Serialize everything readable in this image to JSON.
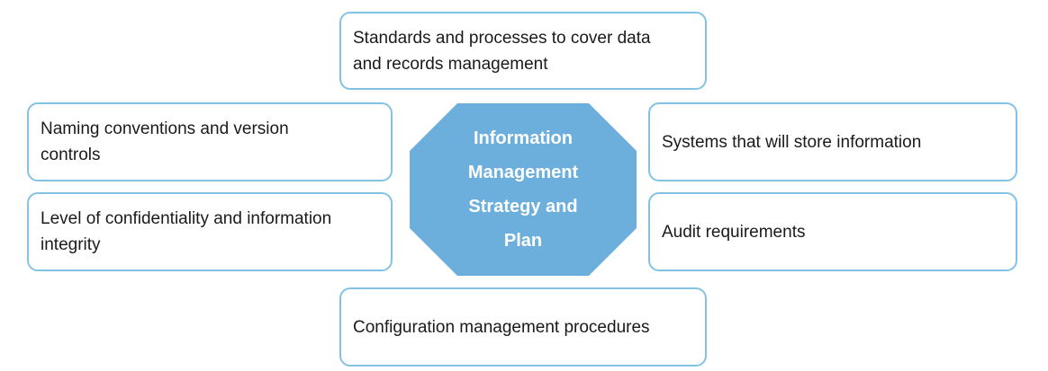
{
  "diagram": {
    "center": {
      "label": "Information Management Strategy and Plan",
      "lines": [
        "Information",
        "Management",
        "Strategy and",
        "Plan"
      ],
      "fill_color": "#6CAFDC",
      "text_color": "#FFFFFF"
    },
    "boxes": {
      "top": {
        "label": "Standards and processes to cover data and records management",
        "lines": [
          "Standards and processes to cover data",
          "and records management"
        ]
      },
      "left_top": {
        "label": "Naming conventions and version controls",
        "lines": [
          "Naming conventions and version",
          "controls"
        ]
      },
      "left_bottom": {
        "label": "Level of confidentiality and information integrity",
        "lines": [
          "Level of confidentiality and information",
          "integrity"
        ]
      },
      "right_top": {
        "label": "Systems that will store information",
        "lines": [
          "Systems that will store information"
        ]
      },
      "right_bottom": {
        "label": "Audit requirements",
        "lines": [
          "Audit requirements"
        ]
      },
      "bottom": {
        "label": "Configuration management procedures",
        "lines": [
          "Configuration management procedures"
        ]
      }
    },
    "style": {
      "box_border_color": "#82C3E5",
      "box_background": "#FFFFFF",
      "box_text_color": "#1A1A1A",
      "page_background": "#FFFFFF"
    }
  }
}
